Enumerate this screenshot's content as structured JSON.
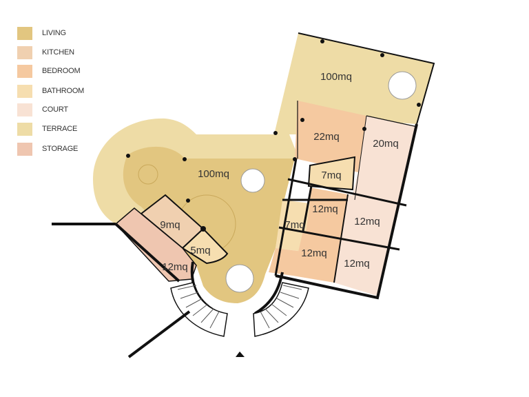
{
  "legend": [
    {
      "label": "LIVING",
      "color": "#E2C680"
    },
    {
      "label": "KITCHEN",
      "color": "#F0D0B0"
    },
    {
      "label": "BEDROOM",
      "color": "#F5C9A0"
    },
    {
      "label": "BATHROOM",
      "color": "#F6DEB0"
    },
    {
      "label": "COURT",
      "color": "#F8E2D4"
    },
    {
      "label": "TERRACE",
      "color": "#EEDCA6"
    },
    {
      "label": "STORAGE",
      "color": "#EFC6B0"
    }
  ],
  "rooms": {
    "terrace_top": "100mq",
    "living": "100mq",
    "bedroom_master": "22mq",
    "court_large": "20mq",
    "bath_small": "7mq",
    "bedroom_b": "12mq",
    "court_b": "12mq",
    "bath_b": "7mq",
    "bedroom_c": "12mq",
    "court_c": "12mq",
    "kitchen": "9mq",
    "storage_small": "5mq",
    "storage_large": "12mq"
  }
}
